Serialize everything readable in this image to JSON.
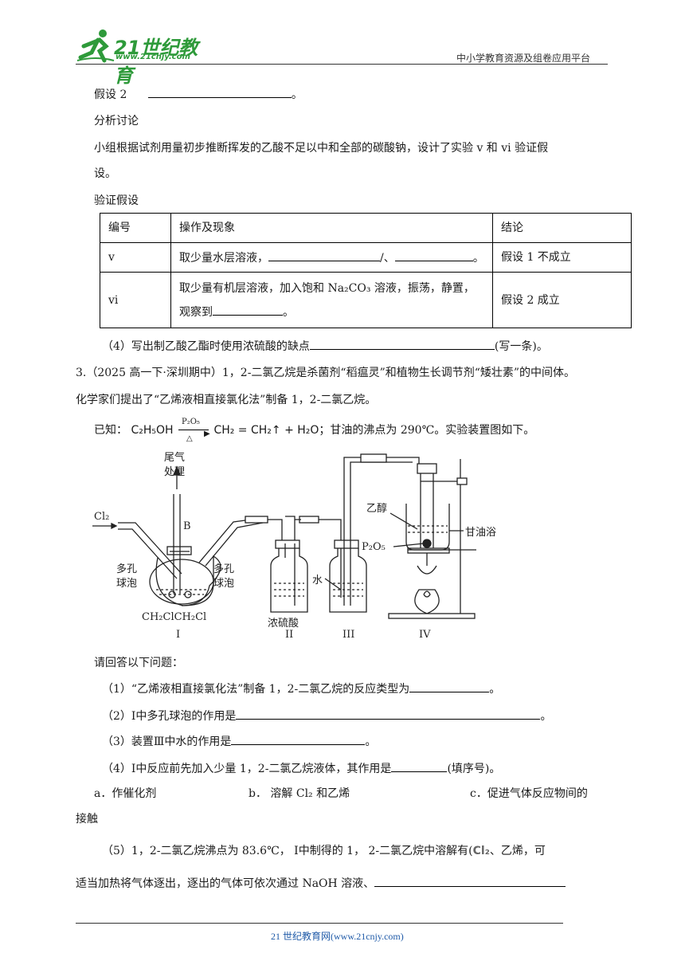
{
  "header": {
    "logo_text": "21世纪教育",
    "logo_sub": "www.21cnjy.com",
    "platform": "中小学教育资源及组卷应用平台"
  },
  "content": {
    "line_hypothesis2": "假设 2",
    "line_hypothesis2_end": "。",
    "line_analysis": "分析讨论",
    "para1_a": "小组根据试剂用量初步推断挥发的乙酸不足以中和全部的碳酸钠，设计了实验 v 和 vi 验证假",
    "para1_b": "设。",
    "line_verify": "验证假设",
    "table": {
      "headers": [
        "编号",
        "操作及现象",
        "结论"
      ],
      "row_v": {
        "id": "v",
        "op_a": "取少量水层溶液，",
        "op_mid": "/、",
        "op_end": "。",
        "conclusion": "假设 1 不成立"
      },
      "row_vi": {
        "id": "vi",
        "op_a": "取少量有机层溶液，加入饱和 Na₂CO₃ 溶液，振荡，静置，",
        "op_b": "观察到",
        "op_b_end": "。",
        "conclusion": "假设 2 成立"
      }
    },
    "q4": "（4）写出制乙酸乙酯时使用浓硫酸的缺点",
    "q4_end": "(写一条)。",
    "p3_a": "3.（2025 高一下·深圳期中）1，2-二氯乙烷是杀菌剂“稻瘟灵”和植物生长调节剂“矮壮素”的中间体。",
    "p3_b": "化学家们提出了“乙烯液相直接氯化法”制备 1，2-二氯乙烷。",
    "known_prefix": "已知：",
    "known_eq_left": "C₂H₅OH",
    "known_eq_top": "P₂O₅",
    "known_eq_bottom": "△",
    "known_eq_right": "CH₂ = CH₂↑ + H₂O",
    "known_suffix": "；甘油的沸点为 290℃。实验装置图如下。",
    "answer_intro": "请回答以下问题：",
    "q1": "（1）“乙烯液相直接氯化法”制备 1，2-二氯乙烷的反应类型为",
    "q1_end": "。",
    "q2": "（2）Ⅰ中多孔球泡的作用是",
    "q2_end": "。",
    "q3": "（3）装置Ⅲ中水的作用是",
    "q3_end": "。",
    "q4b": "（4）Ⅰ中反应前先加入少量 1，2-二氯乙烷液体，其作用是",
    "q4b_end": "(填序号)。",
    "opt_a": "a．作催化剂",
    "opt_b": "b．  溶解 Cl₂ 和乙烯",
    "opt_c": "c．促进气体反应物间的",
    "opt_c2": "接触",
    "q5_a": "（5）1，2-二氯乙烷沸点为 83.6℃，      Ⅰ中制得的 1，  2-二氯乙烷中溶解有(",
    "q5_cl2": "Cl₂",
    "q5_a_end": "、乙烯，可",
    "q5_b": "适当加热将气体逐出，逐出的气体可依次通过 NaOH  溶液、"
  },
  "diagram": {
    "cl2": "Cl₂",
    "tail_gas_1": "尾气",
    "tail_gas_2": "处理",
    "b_label": "B",
    "porous_left_1": "多孔",
    "porous_left_2": "球泡",
    "porous_right_1": "多孔",
    "porous_right_2": "球泡",
    "flask_content": "CH₂ClCH₂Cl",
    "water": "水",
    "conc_acid": "浓硫酸",
    "ethanol": "乙醇",
    "p2o5": "P₂O₅",
    "glycerol_bath": "甘油浴",
    "label_I": "I",
    "label_II": "II",
    "label_III": "III",
    "label_IV": "IV"
  },
  "footer": {
    "site": "21 世纪教育网(www.21cnjy.com)"
  }
}
